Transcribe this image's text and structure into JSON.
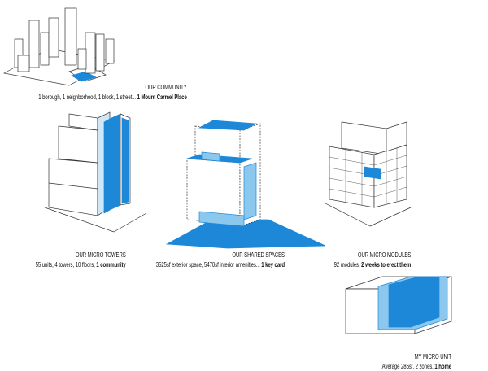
{
  "colors": {
    "accent": "#1e88d8",
    "accent_light": "#8cc8ee",
    "line": "#333333"
  },
  "community": {
    "title": "OUR COMMUNITY",
    "text": "1 borough, 1 neighborhood, 1 block, 1 street... ",
    "bold": "1 Mount Carmel Place"
  },
  "towers": {
    "title": "OUR MICRO TOWERS",
    "text": "55 units, 4 towers, 10 floors, ",
    "bold": "1 community"
  },
  "shared": {
    "title": "OUR SHARED SPACES",
    "text": "3525sf exterior space, 5470sf interior amenities... ",
    "bold": "1 key card"
  },
  "modules": {
    "title": "OUR MICRO MODULES",
    "text": "92 modules, ",
    "bold": "2 weeks to erect them"
  },
  "unit": {
    "title": "MY MICRO UNIT",
    "text": "Average 286sf, 2 zones, ",
    "bold": "1 home"
  }
}
